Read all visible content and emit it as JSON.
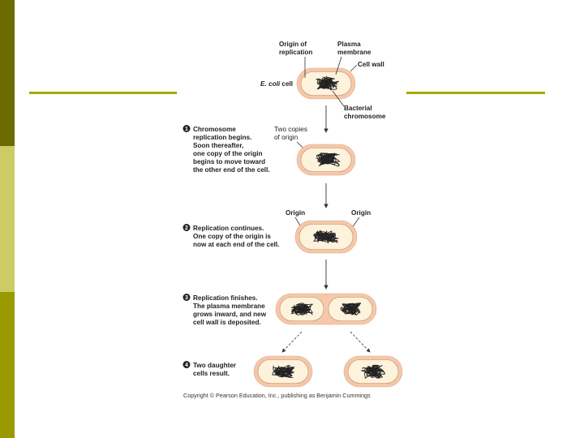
{
  "colors": {
    "bar_top": "#6b6b00",
    "bar_mid": "#cccc66",
    "bar_bottom": "#999900",
    "rule": "#a8a800",
    "cell_outer": "#f4c8a8",
    "cell_inner": "#fdf3dc",
    "chromosome": "#222222"
  },
  "labels": {
    "origin_line1": "Origin of",
    "origin_line2": "replication",
    "plasma_line1": "Plasma",
    "plasma_line2": "membrane",
    "cell_wall": "Cell wall",
    "ecoli_italic": "E. coli",
    "ecoli_rest": " cell",
    "bacterial_line1": "Bacterial",
    "bacterial_line2": "chromosome",
    "two_copies_line1": "Two copies",
    "two_copies_line2": "of origin",
    "origin_left": "Origin",
    "origin_right": "Origin"
  },
  "steps": [
    {
      "number": "1",
      "lines": [
        "Chromosome",
        "replication begins.",
        "Soon thereafter,",
        "one copy of the origin",
        "begins to move toward",
        "the other end of the cell."
      ]
    },
    {
      "number": "2",
      "lines": [
        "Replication continues.",
        "One copy of the origin is",
        "now at each end of the cell."
      ]
    },
    {
      "number": "3",
      "lines": [
        "Replication finishes.",
        "The plasma membrane",
        "grows inward, and new",
        "cell wall is deposited."
      ]
    },
    {
      "number": "4",
      "lines": [
        "Two daughter",
        "cells result."
      ]
    }
  ],
  "copyright": "Copyright © Pearson Education, Inc., publishing as Benjamin Cummings"
}
